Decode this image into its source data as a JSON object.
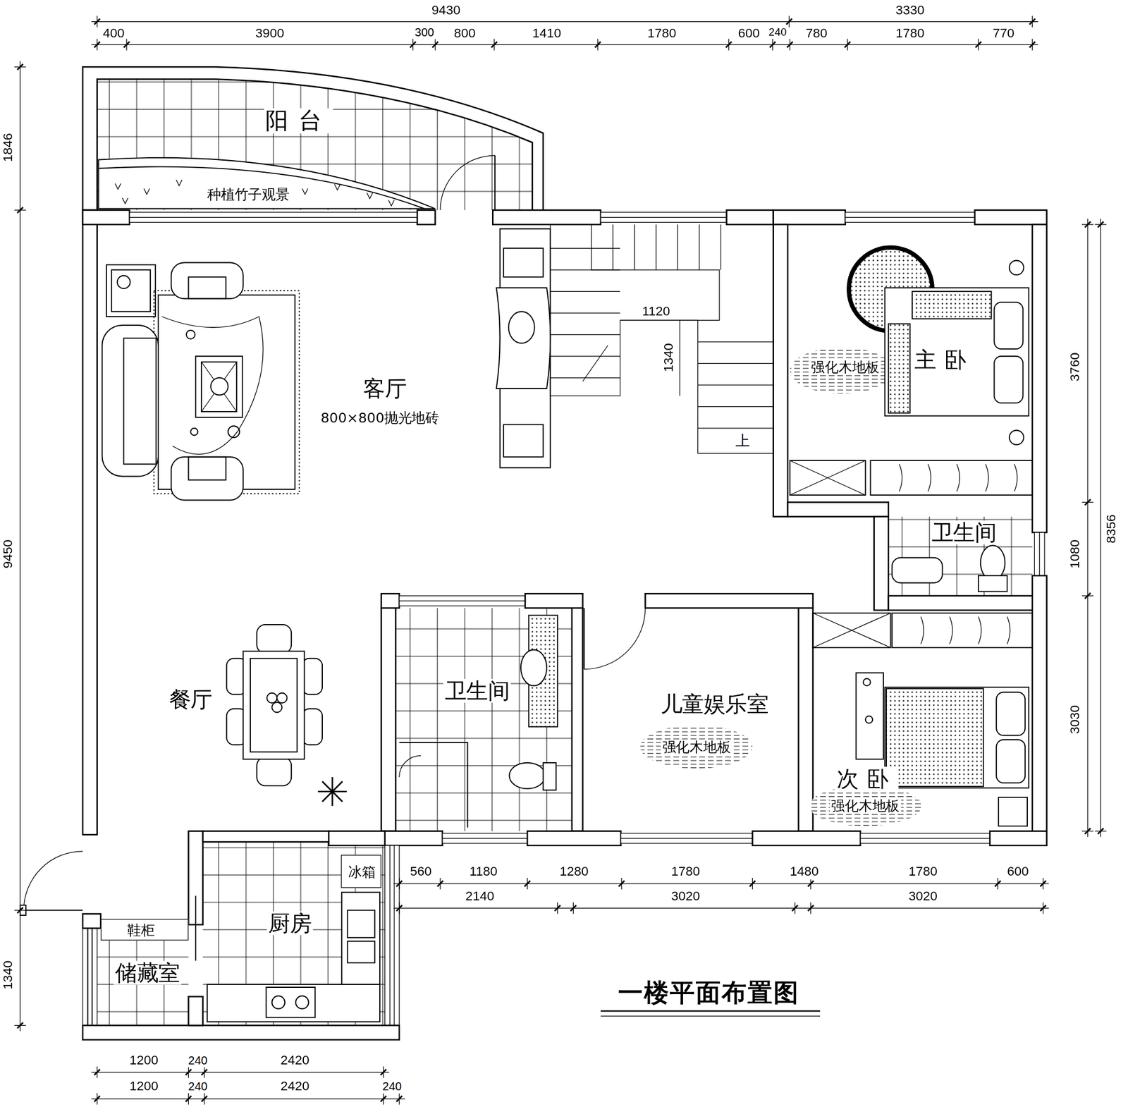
{
  "diagram": {
    "title": "一楼平面布置图",
    "nodes": [
      {
        "text": [
          "阳台"
        ]
      },
      {
        "text": [
          "种植竹子观景"
        ],
        "in": 0
      },
      {
        "text": [
          "客厅",
          "800×800抛光地砖"
        ]
      },
      {
        "text": [
          "主卧",
          "强化木地板"
        ]
      },
      {
        "text": [
          "卫生间"
        ]
      },
      {
        "text": [
          "餐厅"
        ]
      },
      {
        "text": [
          "卫生间"
        ]
      },
      {
        "text": [
          "儿童娱乐室",
          "强化木地板"
        ]
      },
      {
        "text": [
          "次卧",
          "强化木地板"
        ]
      },
      {
        "text": [
          "厨房"
        ]
      },
      {
        "text": [
          "冰箱"
        ],
        "in": 9
      },
      {
        "text": [
          "储藏室"
        ]
      },
      {
        "text": [
          "鞋柜"
        ],
        "in": 11
      }
    ],
    "labels": [
      "9430",
      "3330",
      "400",
      "3900",
      "300",
      "800",
      "1410",
      "1780",
      "600",
      "240",
      "780",
      "1780",
      "770",
      "1846",
      "9450",
      "1340",
      "3760",
      "1080",
      "3030",
      "8356",
      "1120",
      "1340",
      "上",
      "560",
      "1180",
      "1280",
      "1780",
      "1480",
      "1780",
      "600",
      "2140",
      "3020",
      "3020",
      "1200",
      "240",
      "2420",
      "1200",
      "240",
      "2420",
      "240"
    ]
  }
}
